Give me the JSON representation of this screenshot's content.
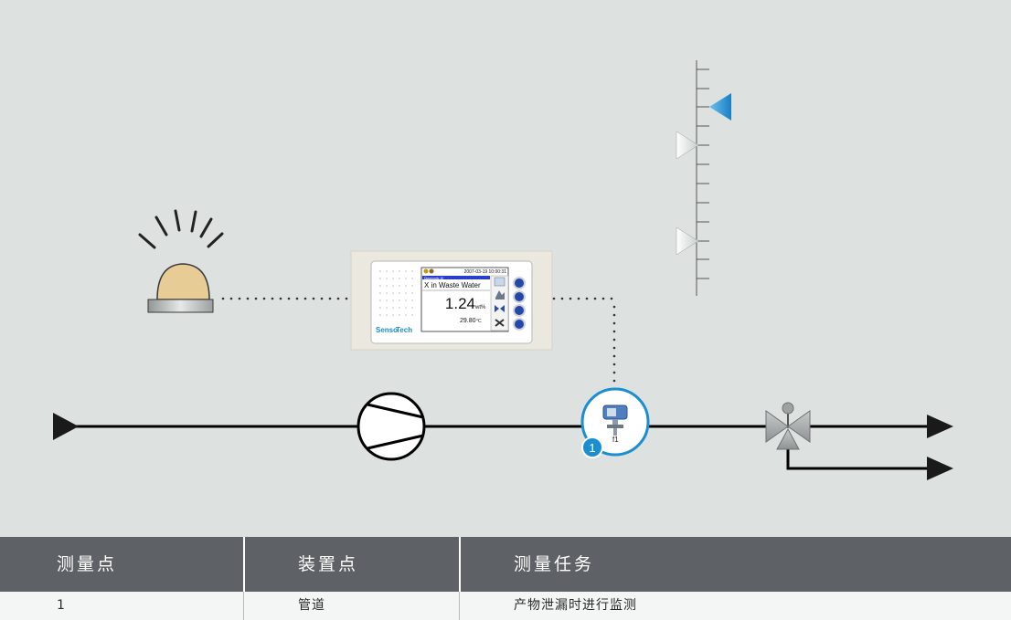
{
  "instrument": {
    "header_time": "2007-03-19 10:00:31",
    "header_channel": "Diagnostic 10",
    "measurement_title": "X in Waste Water",
    "main_value": "1.24",
    "main_unit": "wt%",
    "temperature_value": "29.80",
    "temperature_unit": "°C",
    "brand_part1": "Senso",
    "brand_part2": "Tech"
  },
  "measurement_point": {
    "number": "1",
    "subscript": "f1"
  },
  "table": {
    "headers": [
      "测量点",
      "装置点",
      "测量任务"
    ],
    "rows": [
      [
        "1",
        "管道",
        "产物泄漏时进行监测"
      ]
    ]
  },
  "colors": {
    "background": "#dde2e0",
    "table_header": "#5e6266",
    "accent_blue": "#1b8ed0",
    "pipe": "#000000"
  }
}
